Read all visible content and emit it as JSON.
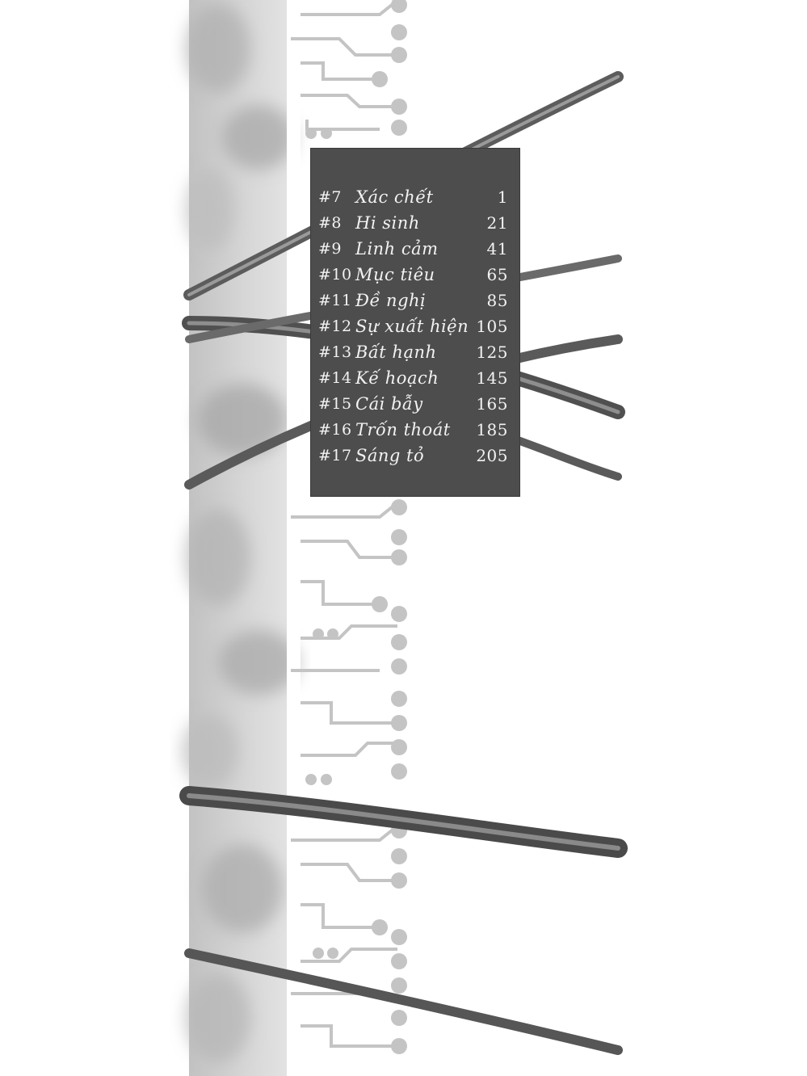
{
  "toc": {
    "entries": [
      {
        "number": "#7",
        "title": "Xác chết",
        "page": "1"
      },
      {
        "number": "#8",
        "title": "Hi sinh",
        "page": "21"
      },
      {
        "number": "#9",
        "title": "Linh cảm",
        "page": "41"
      },
      {
        "number": "#10",
        "title": "Mục tiêu",
        "page": "65"
      },
      {
        "number": "#11",
        "title": "Đề nghị",
        "page": "85"
      },
      {
        "number": "#12",
        "title": "Sự xuất hiện",
        "page": "105"
      },
      {
        "number": "#13",
        "title": "Bất hạnh",
        "page": "125"
      },
      {
        "number": "#14",
        "title": "Kế hoạch",
        "page": "145"
      },
      {
        "number": "#15",
        "title": "Cái bẫy",
        "page": "165"
      },
      {
        "number": "#16",
        "title": "Trốn thoát",
        "page": "185"
      },
      {
        "number": "#17",
        "title": "Sáng tỏ",
        "page": "205"
      }
    ]
  },
  "colors": {
    "panel": "#4d4d4d",
    "text": "#f2f2f2",
    "cloud_gray": "#b5b5b5",
    "circuit_gray": "#c8c8c8",
    "wire_dark": "#6a6a6a"
  }
}
